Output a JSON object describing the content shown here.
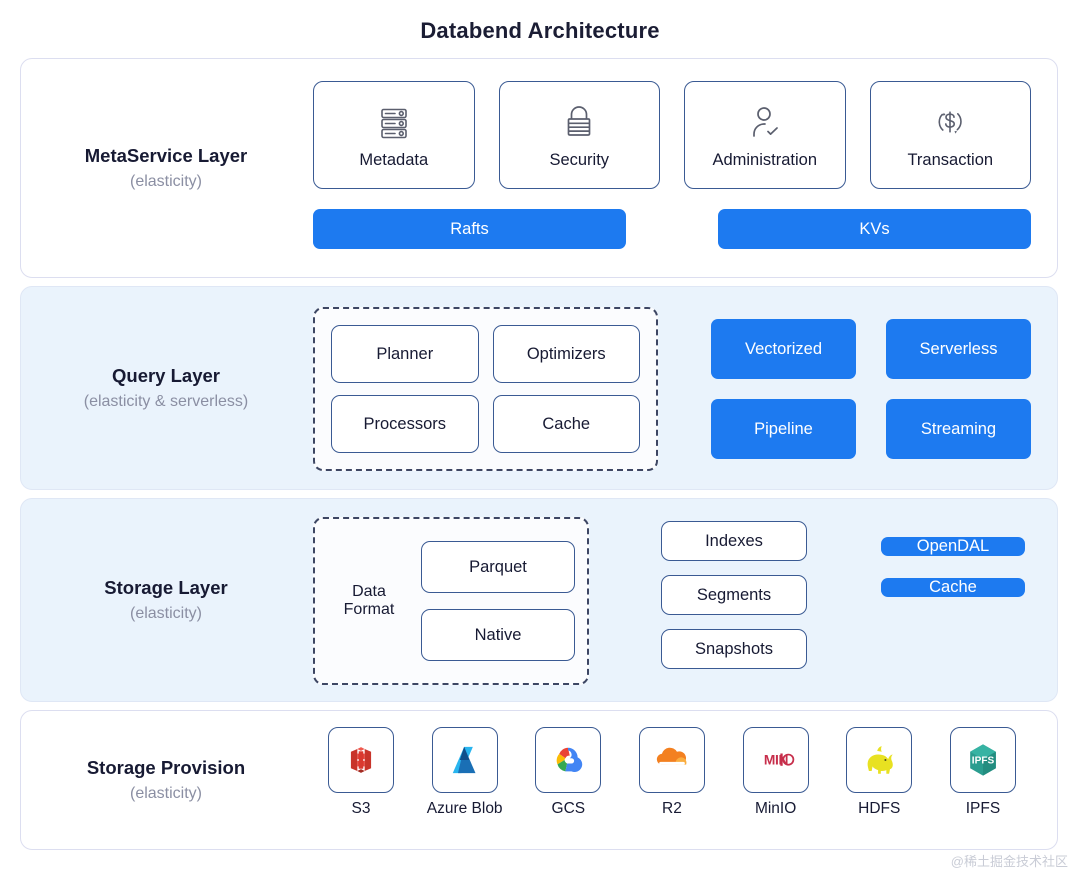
{
  "title": "Databend Architecture",
  "watermark": "@稀土掘金技术社区",
  "colors": {
    "accent_blue": "#1d7af0",
    "panel_blue_bg": "#eaf3fc",
    "border_navy": "#3a5a93",
    "text_dark": "#171a33",
    "text_muted": "#8b8fa3"
  },
  "layers": [
    {
      "name": "MetaService Layer",
      "subtitle": "(elasticity)",
      "cards": [
        {
          "label": "Metadata",
          "icon": "server-stack-icon"
        },
        {
          "label": "Security",
          "icon": "padlock-icon"
        },
        {
          "label": "Administration",
          "icon": "user-check-icon"
        },
        {
          "label": "Transaction",
          "icon": "dollar-cycle-icon"
        }
      ],
      "bars": [
        "Rafts",
        "KVs"
      ]
    },
    {
      "name": "Query Layer",
      "subtitle": "(elasticity & serverless)",
      "dashed_group": [
        "Planner",
        "Optimizers",
        "Processors",
        "Cache"
      ],
      "bars": [
        "Vectorized",
        "Serverless",
        "Pipeline",
        "Streaming"
      ]
    },
    {
      "name": "Storage Layer",
      "subtitle": "(elasticity)",
      "data_format_label": "Data\nFormat",
      "data_format_label_line1": "Data",
      "data_format_label_line2": "Format",
      "formats": [
        "Parquet",
        "Native"
      ],
      "objects": [
        "Indexes",
        "Segments",
        "Snapshots"
      ],
      "bars": [
        "OpenDAL",
        "Cache"
      ]
    },
    {
      "name": "Storage Provision",
      "subtitle": "(elasticity)",
      "providers": [
        {
          "label": "S3",
          "icon": "aws-s3-icon"
        },
        {
          "label": "Azure Blob",
          "icon": "azure-icon"
        },
        {
          "label": "GCS",
          "icon": "google-cloud-icon"
        },
        {
          "label": "R2",
          "icon": "cloudflare-icon"
        },
        {
          "label": "MinIO",
          "icon": "minio-icon"
        },
        {
          "label": "HDFS",
          "icon": "hadoop-elephant-icon"
        },
        {
          "label": "IPFS",
          "icon": "ipfs-hexagon-icon"
        }
      ]
    }
  ]
}
